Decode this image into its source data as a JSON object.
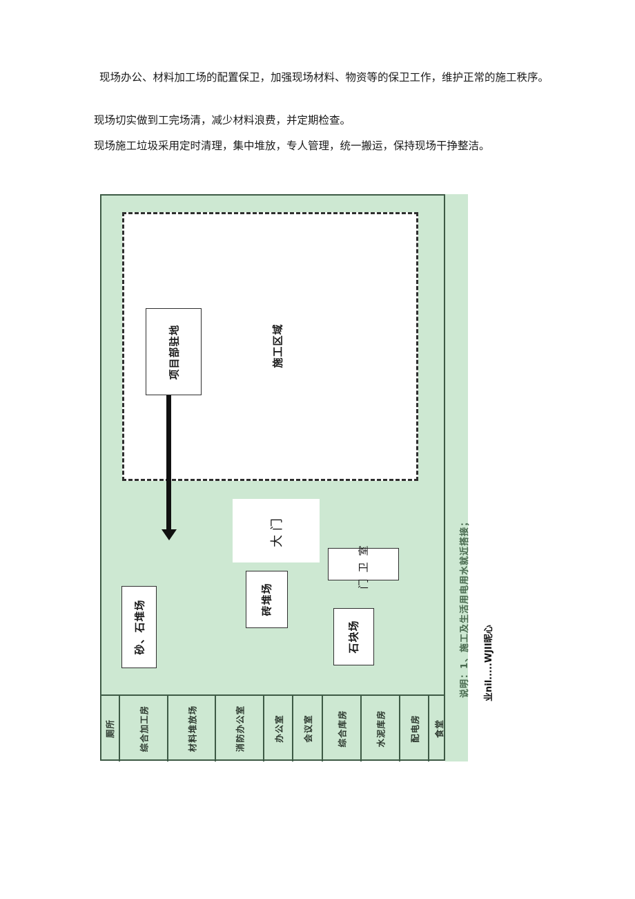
{
  "paragraphs": [
    "现场办公、材料加工场的配置保卫，加强现场材料、物资等的保卫工作，维护正常的施工秩序。",
    "现场切实做到工完场清，减少材料浪费，并定期检查。",
    "现场施工垃圾采用定时清理，集中堆放，专人管理，统一搬运，保持现场干挣整洁。"
  ],
  "site_plan": {
    "colors": {
      "site_fill": "#cde8d2",
      "border": "#3d5a45",
      "zone_fill": "#ffffff",
      "dash": "#2e2e2e"
    },
    "construction_zone": {
      "label": "施工区域"
    },
    "boxes": {
      "project_office": "项目部驻地",
      "main_gate": "大门",
      "guard_room": "门卫室",
      "brick_yard": "砖堆场",
      "sand_stone_yard": "砂、石堆场",
      "stone_block_yard": "石块场"
    },
    "bottom_rooms": [
      "厕所",
      "综合加工房",
      "材料堆放场",
      "消防办公室",
      "办公室",
      "会议室",
      "综合库房",
      "水泥库房",
      "配电房",
      "食堂"
    ],
    "note": "说明：1、施工及生活用电用水就近搭接；",
    "overlay_text": "业nil.....WJII昵心"
  }
}
